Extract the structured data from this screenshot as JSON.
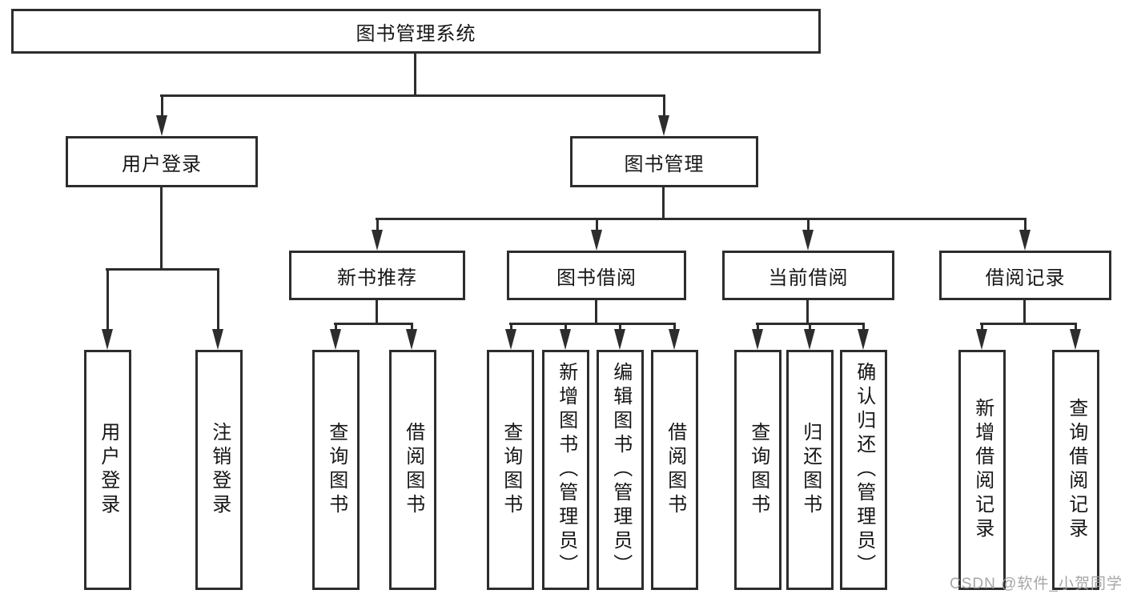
{
  "diagram": {
    "root": "图书管理系统",
    "level2": {
      "user_login": "用户登录",
      "book_mgmt": "图书管理"
    },
    "level3": {
      "new_book_rec": "新书推荐",
      "book_borrow": "图书借阅",
      "current_borrow": "当前借阅",
      "borrow_record": "借阅记录"
    },
    "leaves": {
      "user_login": "用户登录",
      "logout": "注销登录",
      "query_books_a": "查询图书",
      "borrow_books_a": "借阅图书",
      "query_books_b": "查询图书",
      "add_books_admin": "新增图书（管理员）",
      "edit_books_admin": "编辑图书（管理员）",
      "borrow_books_b": "借阅图书",
      "query_books_c": "查询图书",
      "return_books": "归还图书",
      "confirm_return_admin": "确认归还（管理员）",
      "add_borrow_record": "新增借阅记录",
      "query_borrow_record": "查询借阅记录"
    }
  },
  "watermark": "CSDN @软件_小贺同学",
  "colors": {
    "line": "#2d2d2d",
    "text": "#161616",
    "background": "#ffffff",
    "watermark": "#9e9e9e"
  }
}
